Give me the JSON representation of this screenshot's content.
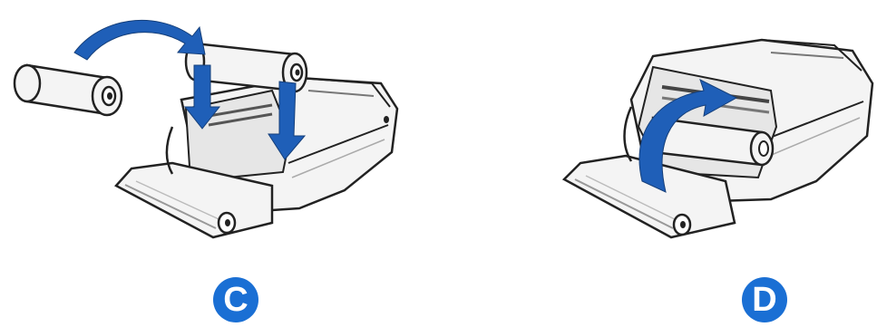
{
  "steps": [
    {
      "label": "C",
      "color": "#1a6fd4"
    },
    {
      "label": "D",
      "color": "#1a6fd4"
    }
  ],
  "colors": {
    "arrow": "#1f5fb8",
    "outline": "#222222",
    "body": "#f4f4f4",
    "shade": "#cfcfcf"
  },
  "icons": {
    "panel_c": "paper-roll-insertion-illustration",
    "panel_d": "paper-feed-direction-illustration"
  }
}
